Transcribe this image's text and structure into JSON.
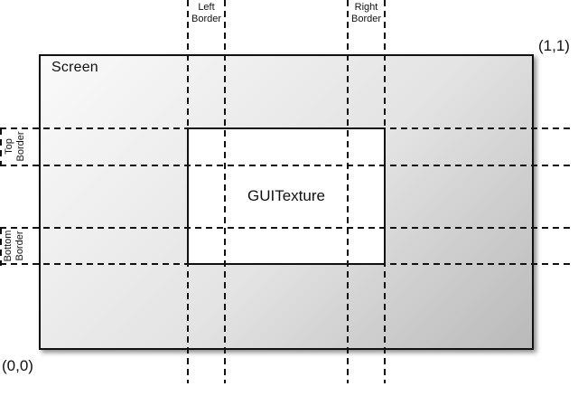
{
  "diagram": {
    "title_hint": "GUITexture screen border diagram",
    "screen_label": "Screen",
    "texture_label": "GUITexture",
    "coord_top_right": "(1,1)",
    "coord_bottom_left": "(0,0)",
    "borders": {
      "left": {
        "line1": "Left",
        "line2": "Border"
      },
      "right": {
        "line1": "Right",
        "line2": "Border"
      },
      "top": {
        "line1": "Top",
        "line2": "Border"
      },
      "bottom": {
        "line1": "Bottom",
        "line2": "Border"
      }
    },
    "colors": {
      "line": "#111111",
      "screen_gradient_start": "#fafafa",
      "screen_gradient_end": "#b9b9b9",
      "texture_fill": "#ffffff"
    }
  }
}
